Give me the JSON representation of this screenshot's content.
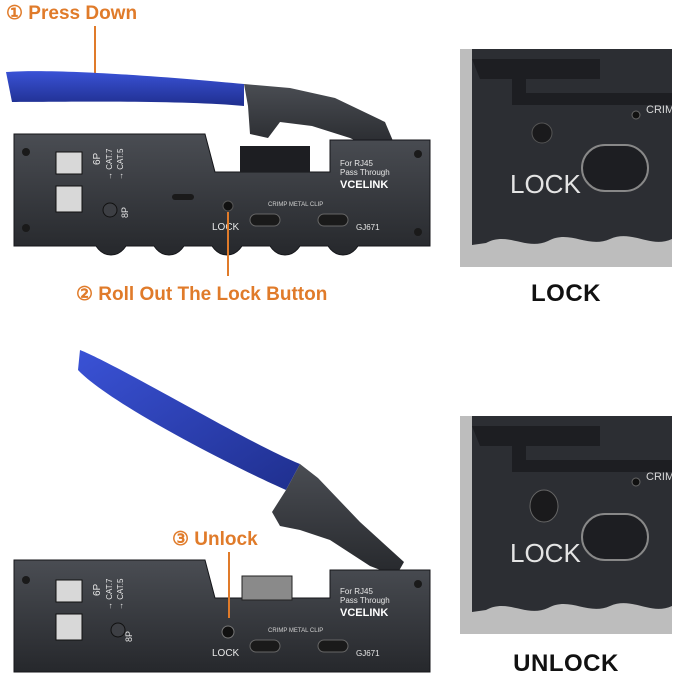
{
  "callouts": {
    "step1": "① Press Down",
    "step2": "② Roll Out The Lock Button",
    "step3": "③ Unlock"
  },
  "tool_labels": {
    "six_p": "6P",
    "eight_p": "8P",
    "cat7": "→ CAT.7",
    "cat5": "→ CAT.5",
    "for_rj45": "For RJ45",
    "pass_through": "Pass Through",
    "brand": "VCELINK",
    "crimp_metal_clip": "CRIMP METAL CLIP",
    "lock": "LOCK",
    "model": "GJ671"
  },
  "detail_panels": {
    "lock_text": "LOCK",
    "crim_text": "CRIM"
  },
  "captions": {
    "locked": "LOCK",
    "unlocked": "UNLOCK"
  },
  "colors": {
    "accent_orange": "#e07b2a",
    "handle_blue": "#2a3fb0",
    "tool_body": "#2b2d31"
  }
}
